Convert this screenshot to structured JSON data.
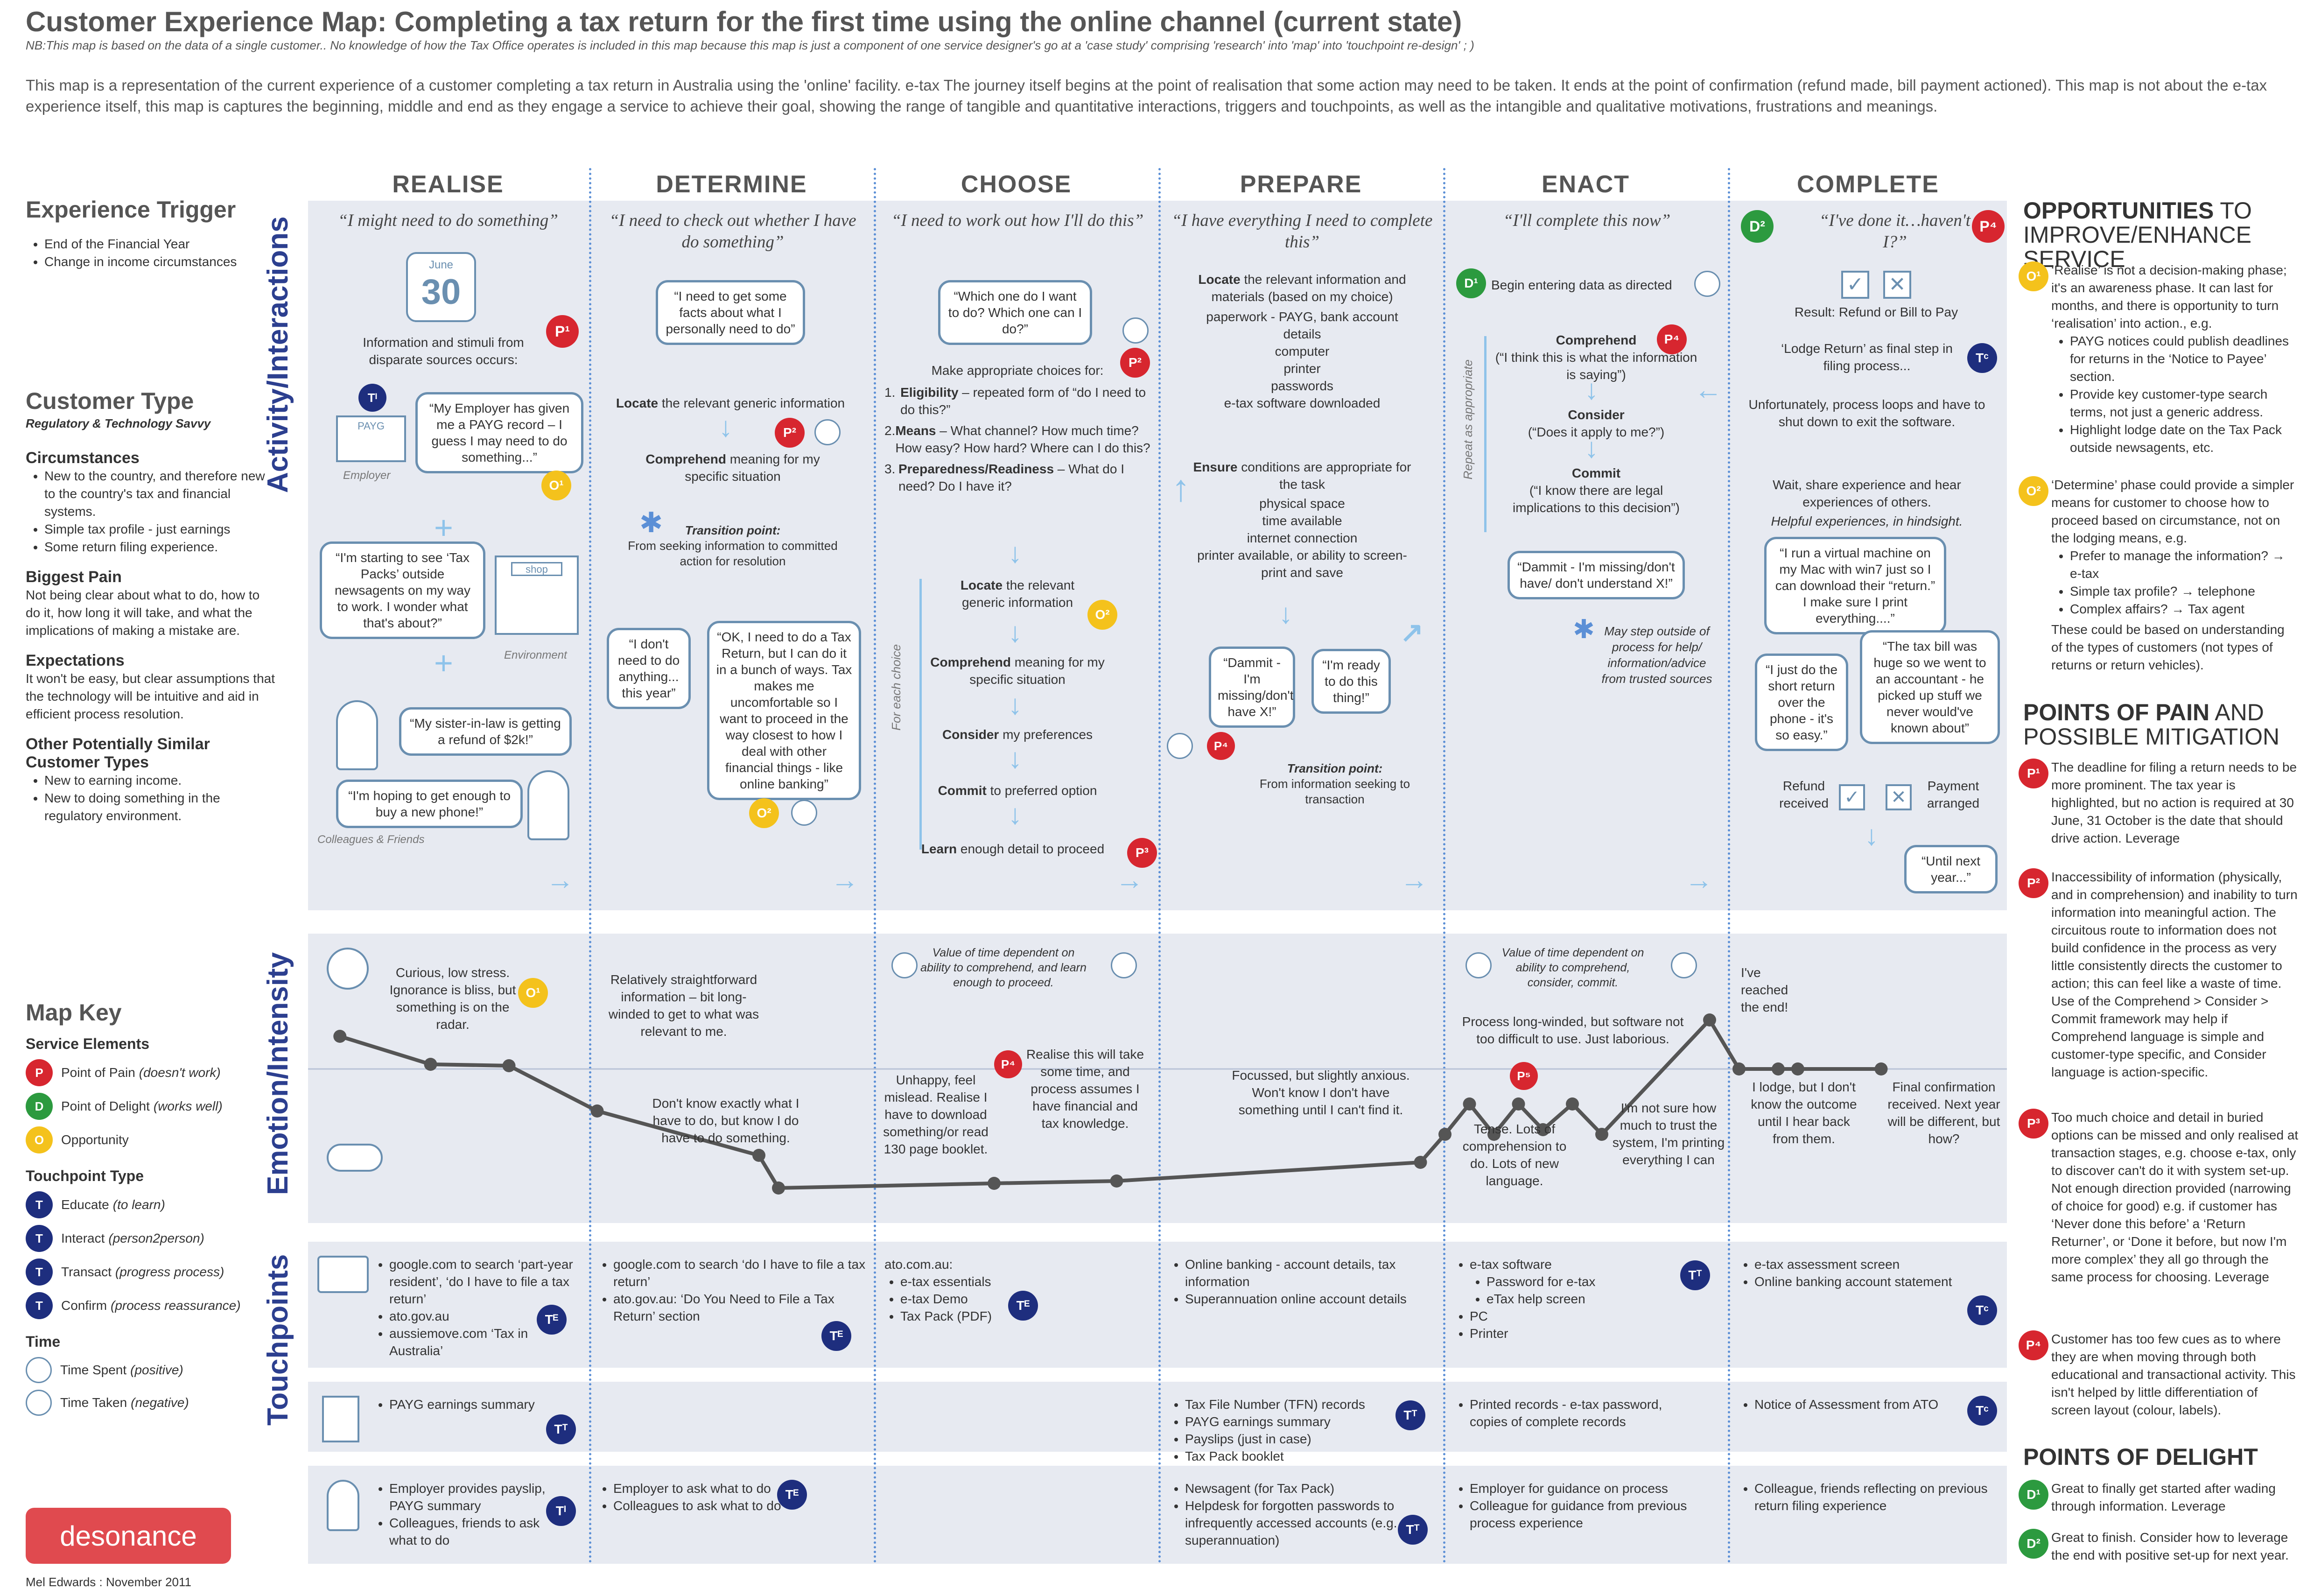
{
  "header": {
    "title": "Customer Experience Map: Completing a tax return for the first time using the online channel (current state)",
    "nb": "NB:This map is based on the data of a single customer.. No knowledge of how the Tax Office operates is included in this map because this map is just a component of one service designer's go at a 'case study' comprising 'research' into 'map' into 'touchpoint re-design' ;  )",
    "intro": "This map is a representation of the current experience of a customer completing a tax return in Australia using the 'online' facility. e-tax The journey itself begins at the point of realisation that some action may need to be taken. It ends at the point of confirmation (refund made, bill payment actioned). This map is not about the e-tax experience itself, this map is captures the beginning, middle and end as they engage a service to achieve their goal, showing the range of tangible and quantitative interactions, triggers and touchpoints, as well as the intangible and qualitative motivations, frustrations and meanings."
  },
  "left": {
    "trigger_title": "Experience Trigger",
    "trigger_items": [
      "End of the Financial Year",
      "Change in income circumstances"
    ],
    "ctype_title": "Customer Type",
    "ctype_sub": "Regulatory & Technology Savvy",
    "circ_title": "Circumstances",
    "circ_items": [
      "New to the country, and therefore new to the country's tax and financial systems.",
      "Simple tax profile - just earnings",
      "Some return filing experience."
    ],
    "pain_title": "Biggest Pain",
    "pain_text": "Not being clear about what to do, how to do it, how long it will take, and what the implications of making a mistake are.",
    "exp_title": "Expectations",
    "exp_text": "It won't be easy, but clear assumptions that the technology will be intuitive and aid in efficient process resolution.",
    "other_title": "Other Potentially Similar Customer Types",
    "other_items": [
      "New to earning income.",
      "New to doing something in the regulatory environment."
    ],
    "key_title": "Map Key",
    "service_title": "Service Elements",
    "service_items": [
      {
        "badge": "P",
        "name": "Point of Pain",
        "note": "(doesn't work)"
      },
      {
        "badge": "D",
        "name": "Point of Delight",
        "note": "(works well)"
      },
      {
        "badge": "O",
        "name": "Opportunity",
        "note": ""
      }
    ],
    "touch_title": "Touchpoint Type",
    "touch_items": [
      {
        "badge": "T",
        "name": "Educate",
        "note": "(to learn)"
      },
      {
        "badge": "T",
        "name": "Interact",
        "note": "(person2person)"
      },
      {
        "badge": "T",
        "name": "Transact",
        "note": "(progress process)"
      },
      {
        "badge": "T",
        "name": "Confirm",
        "note": "(process reassurance)"
      }
    ],
    "time_title": "Time",
    "time_items": [
      {
        "name": "Time Spent",
        "note": "(positive)"
      },
      {
        "name": "Time Taken",
        "note": "(negative)"
      }
    ],
    "logo": "desonance",
    "credit": "Mel Edwards : November 2011"
  },
  "rows": {
    "activity": "Activity/Interactions",
    "emotion": "Emotion/Intensity",
    "touch": "Touchpoints"
  },
  "columns": [
    {
      "name": "REALISE",
      "quote": "“I might need to do something”"
    },
    {
      "name": "DETERMINE",
      "quote": "“I need to check out whether I have do something”"
    },
    {
      "name": "CHOOSE",
      "quote": "“I need to work out how I'll do this”"
    },
    {
      "name": "PREPARE",
      "quote": "“I have everything I need to complete this”"
    },
    {
      "name": "ENACT",
      "quote": "“I'll complete this now”"
    },
    {
      "name": "COMPLETE",
      "quote": "“I've done it…haven't I?”"
    }
  ],
  "realise": {
    "calendar": "30",
    "calendar_month": "June",
    "info": "Information and stimuli from disparate sources occurs:",
    "employer_bubble": "“My Employer has given me a PAYG record – I guess I may need to do something...”",
    "employer_label": "Employer",
    "payg": "PAYG",
    "shop_bubble": "“I'm starting to see ‘Tax Packs’ outside newsagents on my way to work. I wonder what that's about?”",
    "shop_label": "shop",
    "env_label": "Environment",
    "sister_bubble": "“My sister-in-law is getting a refund of $2k!”",
    "phone_bubble": "“I'm hoping to get enough to buy a new phone!”",
    "colleagues_label": "Colleagues & Friends"
  },
  "determine": {
    "bubble1": "“I need to get some facts about what I personally need to do”",
    "locate": "Locate",
    "locate_rest": " the relevant generic information",
    "comprehend": "Comprehend",
    "comprehend_rest": " meaning for my specific situation",
    "transition_title": "Transition point:",
    "transition_text": "From seeking information to committed action for resolution",
    "bubble_no": "“I don't need to do anything... this year”",
    "bubble_ok": "“OK, I need to do a Tax Return, but I can do it in a bunch of ways. Tax makes me uncomfortable so I want to proceed in the way closest to how I deal with other financial things - like online banking”"
  },
  "choose": {
    "bubble": "“Which one do I want to do? Which one can I do?”",
    "intro": "Make appropriate choices for:",
    "items": [
      {
        "n": "1.",
        "b": "Eligibility",
        "t": " – repeated form of “do I need to do this?”"
      },
      {
        "n": "2.",
        "b": "Means",
        "t": " – What channel? How much time? How easy? How hard? Where can I do this?"
      },
      {
        "n": "3.",
        "b": "Preparedness/Readiness",
        "t": " – What do I need? Do I have it?"
      }
    ],
    "side": "For each choice",
    "steps": [
      {
        "b": "Locate",
        "t": " the relevant generic information"
      },
      {
        "b": "Comprehend",
        "t": " meaning for my specific situation"
      },
      {
        "b": "Consider",
        "t": " my preferences"
      },
      {
        "b": "Commit",
        "t": " to preferred option"
      },
      {
        "b": "Learn",
        "t": " enough detail to proceed"
      }
    ]
  },
  "prepare": {
    "locate": "Locate",
    "locate_rest": " the relevant information and materials (based on my choice)",
    "locate_items": [
      "paperwork - PAYG, bank account details",
      "computer",
      "printer",
      "passwords",
      "e-tax software downloaded"
    ],
    "ensure": "Ensure",
    "ensure_rest": " conditions are appropriate for the task",
    "ensure_items": [
      "physical space",
      "time available",
      "internet connection",
      "printer available, or ability to screen-print and save"
    ],
    "bubble1": "“Dammit - I'm missing/don't have X!”",
    "bubble2": "“I'm ready to do this thing!”",
    "transition_title": "Transition point:",
    "transition_text": "From information seeking to transaction"
  },
  "enact": {
    "begin": "Begin entering data as directed",
    "side": "Repeat as appropriate",
    "comprehend": "Comprehend",
    "comprehend_q": "(“I think this is what the information is saying”)",
    "consider": "Consider",
    "consider_q": "(“Does it apply to me?”)",
    "commit": "Commit",
    "commit_q": "(“I know there are legal implications to this decision”)",
    "bubble": "“Dammit - I'm missing/don't have/ don't understand X!”",
    "step_out": "May step outside of process for help/ information/advice from trusted sources"
  },
  "complete": {
    "result": "Result: Refund or Bill to Pay",
    "lodge": "‘Lodge Return’ as final step in filing process...",
    "loops": "Unfortunately, process loops and have to shut down to exit the software.",
    "wait": "Wait, share experience and hear experiences of others.",
    "helpful": "Helpful experiences, in hindsight.",
    "bubble_vm": "“I run a virtual machine on my Mac with win7 just so I can download their “return.” I make sure I print everything....”",
    "bubble_short": "“I just do the short return over the phone - it's so easy.”",
    "bubble_bill": "“The tax bill was huge so we went to an accountant - he picked up stuff we never would've known about”",
    "refund": "Refund received",
    "payment": "Payment arranged",
    "bubble_next": "“Until next year...”"
  },
  "emotion": {
    "points": [
      {
        "x": 0,
        "y": 0.55,
        "label": ""
      },
      {
        "x": 1,
        "y": 0.6
      },
      {
        "x": 2,
        "y": 0.6
      },
      {
        "x": 3,
        "y": 0.83
      },
      {
        "x": 4,
        "y": 1.0
      },
      {
        "x": 5,
        "y": 1.22
      },
      {
        "x": 6,
        "y": 1.2
      },
      {
        "x": 7,
        "y": 1.17
      },
      {
        "x": 8,
        "y": 1.12
      },
      {
        "x": 9,
        "y": 0.9
      },
      {
        "x": 10,
        "y": 0.75
      },
      {
        "x": 11,
        "y": 0.92
      },
      {
        "x": 12,
        "y": 0.75
      },
      {
        "x": 13,
        "y": 0.92
      },
      {
        "x": 14,
        "y": 0.72
      },
      {
        "x": 15,
        "y": 0.95
      },
      {
        "x": 16,
        "y": 0.5
      },
      {
        "x": 17,
        "y": 0.9
      },
      {
        "x": 18,
        "y": 0.9
      }
    ],
    "notes": [
      "Curious, low stress. Ignorance is bliss, but something is on the radar.",
      "Relatively straightforward information – bit long-winded to get to what was relevant to me.",
      "Don't know exactly what I have to do, but know I do have to do something.",
      "Unhappy, feel mislead. Realise I have to download something/or read 130 page booklet.",
      "Realise this will take some time, and process assumes I have financial and tax knowledge.",
      "Value of time dependent on ability to comprehend, and learn enough to proceed.",
      "Focussed, but slightly anxious. Won't know I don't have something until I can't find it.",
      "Value of time dependent on ability to comprehend, consider, commit.",
      "Process long-winded, but software not too difficult to use. Just laborious.",
      "Tense. Lots of comprehension to do. Lots of new language.",
      "I'm not sure how much to trust the system, I'm printing everything I can",
      "I've reached the end!",
      "I lodge, but I don't know the outcome until I hear back from them.",
      "Final confirmation received. Next year will be different, but how?"
    ]
  },
  "touch": {
    "row1": [
      [
        "google.com to search  ‘part-year resident’, ‘do I have to file a tax return’",
        "ato.gov.au",
        "aussiemove.com ‘Tax in Australia’"
      ],
      [
        "google.com to search ‘do I have to file a tax return’",
        "ato.gov.au: ‘Do You Need to File a Tax Return’ section"
      ],
      [
        "e-tax essentials",
        "e-tax Demo",
        "Tax Pack (PDF)"
      ],
      [
        "Online banking - account details, tax information",
        "Superannuation online account details"
      ],
      [
        "e-tax software",
        "Password for e-tax",
        "eTax help screen",
        "PC",
        "Printer"
      ],
      [
        "e-tax assessment screen",
        "Online banking account statement"
      ]
    ],
    "choose_head": "ato.com.au:",
    "row2": [
      [
        "PAYG earnings summary"
      ],
      [],
      [],
      [
        "Tax File Number (TFN) records",
        "PAYG earnings summary",
        "Payslips (just in case)",
        "Tax Pack booklet"
      ],
      [
        "Printed records - e-tax password, copies of complete records"
      ],
      [
        "Notice of Assessment from ATO"
      ]
    ],
    "row3": [
      [
        "Employer provides payslip, PAYG summary",
        "Colleagues, friends  to ask what to do"
      ],
      [
        "Employer to ask what to do",
        "Colleagues to ask what to do"
      ],
      [],
      [
        "Newsagent (for Tax Pack)",
        "Helpdesk for forgotten passwords to infrequently accessed accounts (e.g. superannuation)"
      ],
      [
        "Employer for guidance on process",
        "Colleague for guidance from previous process experience"
      ],
      [
        "Colleague, friends reflecting on previous return filing experience"
      ]
    ]
  },
  "right": {
    "opp_title_b": "OPPORTUNITIES",
    "opp_title_l": " TO IMPROVE/ENHANCE SERVICE",
    "opp1": "‘Realise’ is not a decision-making phase; it's an awareness phase. It can last for months, and there is opportunity to turn ‘realisation’ into action., e.g.",
    "opp1_items": [
      "PAYG notices could publish deadlines for returns in the ‘Notice to Payee’ section.",
      "Provide key customer-type search terms, not just a generic address.",
      "Highlight lodge date on the Tax Pack outside newsagents, etc."
    ],
    "opp2": "‘Determine’ phase could provide a simpler means for customer to choose how to proceed based on circumstance, not on the lodging means, e.g.",
    "opp2_items": [
      "Prefer to manage the information? → e-tax",
      "Simple tax profile? → telephone",
      "Complex affairs? → Tax agent"
    ],
    "opp2_tail": "These could be based on understanding of the types of customers (not types of returns or return vehicles).",
    "pain_title_b": "POINTS OF PAIN",
    "pain_title_l": " AND POSSIBLE MITIGATION",
    "p1": "The deadline for filing a return needs to be more prominent. The tax year is highlighted, but no action is required at 30 June, 31 October is the date that should drive action. Leverage",
    "p2": "Inaccessibility of information (physically, and in comprehension) and inability to turn information into meaningful action. The circuitous route to information does not build confidence in the process as very little consistently directs the customer to action; this can feel like a waste of time. Use of the Comprehend > Consider > Commit framework may help if Comprehend language is simple and customer-type specific, and Consider language is action-specific.",
    "p3": "Too much choice and detail in buried options can be missed and only realised at transaction stages, e.g. choose e-tax, only to discover can't do it with system set-up. Not enough direction provided (narrowing of choice for good) e.g. if customer has ‘Never done this before’ a ‘Return Returner’, or ‘Done it before, but now I'm more complex’ they all go through the same process for choosing. Leverage",
    "p4": "Customer has too few cues as to where they are when moving through both educational and transactional activity. This isn't helped by little differentiation of screen layout (colour, labels).",
    "delight_title": "POINTS OF DELIGHT",
    "d1": "Great to finally get started after wading through information. Leverage",
    "d2": "Great to finish. Consider how to leverage the end with positive set-up for next year."
  },
  "colors": {
    "pain": "#d7262f",
    "delight": "#2c9a3f",
    "opportunity": "#f4c21c",
    "touchpoint": "#1e2e7e",
    "heading": "#2c3f8f",
    "band": "#e7eaf1"
  }
}
